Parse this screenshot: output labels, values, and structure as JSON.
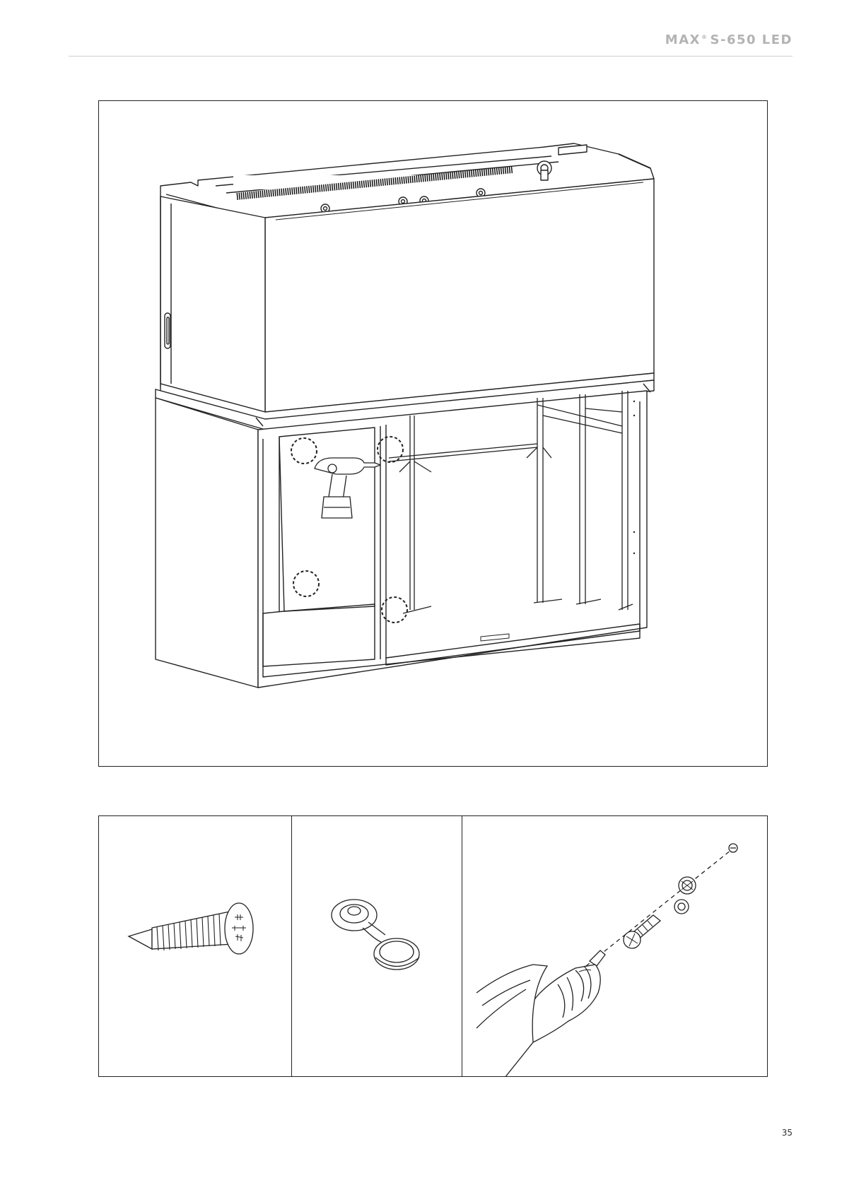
{
  "header": {
    "brand": "MAX",
    "registered_mark": "®",
    "model": "S-650 LED"
  },
  "main_illustration": {
    "icons": [
      "aquarium-cabinet-icon",
      "cordless-drill-icon",
      "screw-location-marker-icon"
    ],
    "marked_screw_points": 4
  },
  "parts": {
    "items": [
      {
        "icon": "countersunk-screw-icon"
      },
      {
        "icon": "hinged-screw-cap-icon"
      },
      {
        "icon": "drill-screw-cap-assembly-icon"
      }
    ]
  },
  "footer": {
    "page_number": "35"
  },
  "colors": {
    "header_text": "#b3b3b3",
    "line_art": "#222222",
    "rule": "#cfcfcf"
  }
}
